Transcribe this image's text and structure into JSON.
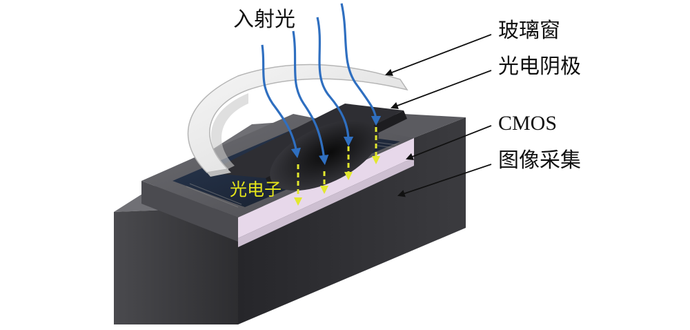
{
  "labels": {
    "incident_light": "入射光",
    "glass_window": "玻璃窗",
    "photocathode": "光电阴极",
    "cmos": "CMOS",
    "image_acquisition": "图像采集",
    "photoelectrons": "光电子"
  },
  "colors": {
    "light_ray": "#2f6fc0",
    "electron_arrow": "#e2e82e",
    "leader_line": "#111111",
    "base_block": "#3a3a3d",
    "cmos_layer": "#e7d8ea",
    "glass": "#eeeeee"
  }
}
